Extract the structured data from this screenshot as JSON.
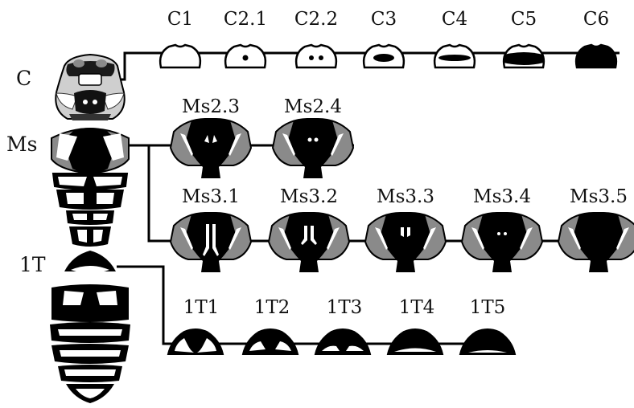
{
  "colors": {
    "black": "#000000",
    "gray": "#8a8a8a",
    "white": "#ffffff",
    "dark_gray": "#2a2a2a",
    "mid_gray": "#bdbdbd"
  },
  "groups": {
    "c": {
      "label": "C",
      "morphs": [
        "C1",
        "C2.1",
        "C2.2",
        "C3",
        "C4",
        "C5",
        "C6"
      ]
    },
    "ms2": {
      "label": "Ms",
      "morphs": [
        "Ms2.3",
        "Ms2.4"
      ]
    },
    "ms3": {
      "morphs": [
        "Ms3.1",
        "Ms3.2",
        "Ms3.3",
        "Ms3.4",
        "Ms3.5"
      ]
    },
    "t": {
      "label": "1T",
      "morphs": [
        "1T1",
        "1T2",
        "1T3",
        "1T4",
        "1T5"
      ]
    }
  }
}
